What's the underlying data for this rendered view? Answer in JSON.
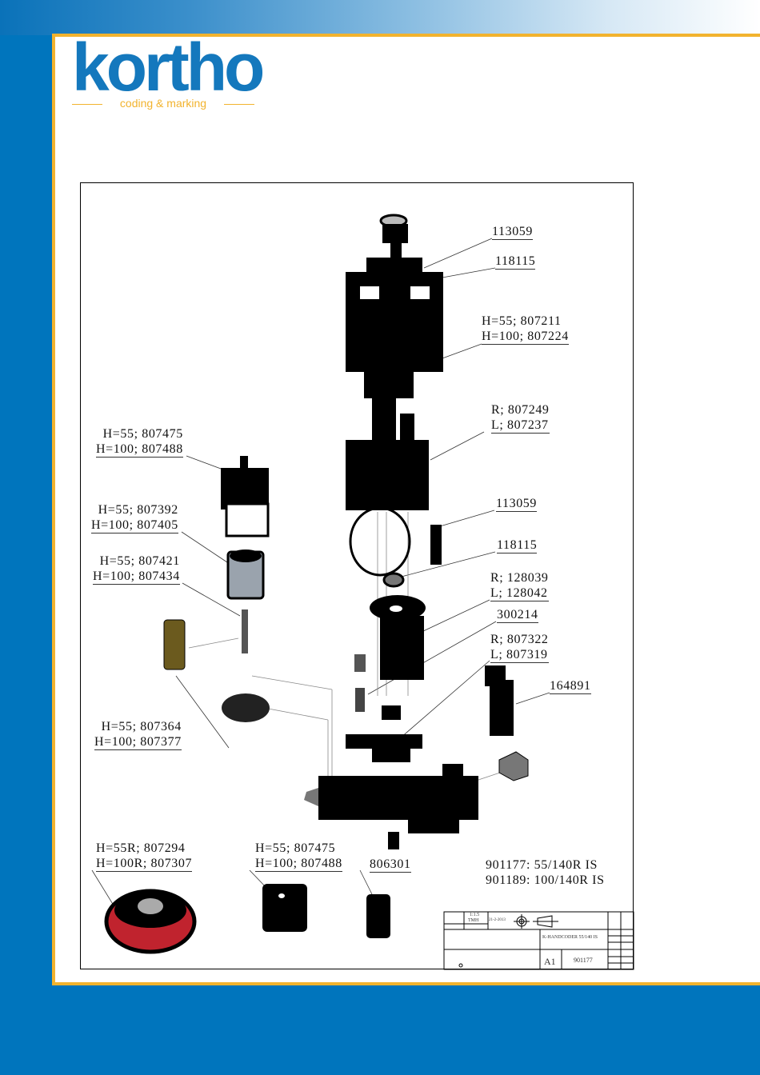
{
  "brand": {
    "name": "kortho",
    "tagline": "coding & marking",
    "colors": {
      "blue": "#0075bd",
      "orange": "#f2b32e",
      "logo": "#1478bd"
    }
  },
  "labels": [
    {
      "lines": [
        "113059"
      ]
    },
    {
      "lines": [
        "118115"
      ]
    },
    {
      "lines": [
        "H=55; 807211",
        "H=100; 807224"
      ]
    },
    {
      "lines": [
        "R; 807249",
        "L; 807237"
      ]
    },
    {
      "lines": [
        "H=55; 807475",
        "H=100; 807488"
      ]
    },
    {
      "lines": [
        "113059"
      ]
    },
    {
      "lines": [
        "H=55; 807392",
        "H=100; 807405"
      ]
    },
    {
      "lines": [
        "118115"
      ]
    },
    {
      "lines": [
        "H=55; 807421",
        "H=100; 807434"
      ]
    },
    {
      "lines": [
        "R; 128039",
        "L; 128042"
      ]
    },
    {
      "lines": [
        "300214"
      ]
    },
    {
      "lines": [
        "R; 807322",
        "L; 807319"
      ]
    },
    {
      "lines": [
        "164891"
      ]
    },
    {
      "lines": [
        "H=55; 807364",
        "H=100; 807377"
      ]
    },
    {
      "lines": [
        "H=55R; 807294",
        "H=100R; 807307"
      ]
    },
    {
      "lines": [
        "H=55; 807475",
        "H=100; 807488"
      ]
    },
    {
      "lines": [
        "806301"
      ]
    },
    {
      "lines": [
        "901177: 55/140R IS",
        "901189: 100/140R IS"
      ]
    }
  ],
  "title_block": {
    "scale": "1:1.5",
    "drawn_by": "TMH",
    "date": "21-2-2013",
    "title": "K-HANDCODER 55/140 IS",
    "size": "A1",
    "drawing_number": "901177"
  }
}
